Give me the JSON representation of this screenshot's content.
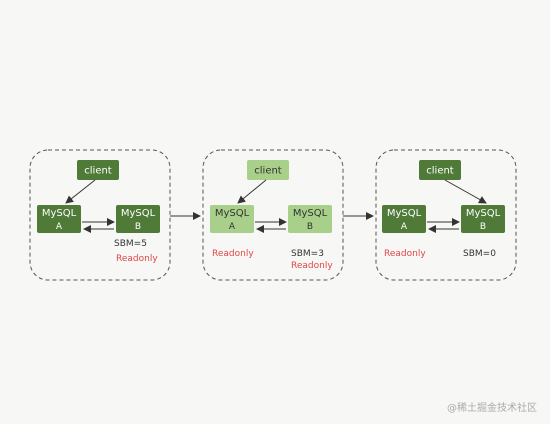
{
  "panels": [
    {
      "client": {
        "label": "client",
        "style": "dark"
      },
      "nodeA": {
        "name": "MySQL",
        "sub": "A",
        "style": "dark"
      },
      "nodeB": {
        "name": "MySQL",
        "sub": "B",
        "style": "dark"
      },
      "labels": {
        "a_readonly": "",
        "sbm": "SBM=5",
        "b_readonly": "Readonly"
      }
    },
    {
      "client": {
        "label": "client",
        "style": "light"
      },
      "nodeA": {
        "name": "MySQL",
        "sub": "A",
        "style": "light"
      },
      "nodeB": {
        "name": "MySQL",
        "sub": "B",
        "style": "light"
      },
      "labels": {
        "a_readonly": "Readonly",
        "sbm": "SBM=3",
        "b_readonly": "Readonly"
      }
    },
    {
      "client": {
        "label": "client",
        "style": "dark"
      },
      "nodeA": {
        "name": "MySQL",
        "sub": "A",
        "style": "dark"
      },
      "nodeB": {
        "name": "MySQL",
        "sub": "B",
        "style": "dark"
      },
      "labels": {
        "a_readonly": "Readonly",
        "sbm": "SBM=0",
        "b_readonly": ""
      }
    }
  ],
  "watermark": "@稀土掘金技术社区",
  "colors": {
    "dark_fill": "#4f7a38",
    "light_fill": "#a8d08a",
    "text_light": "#ffffff",
    "text_dark": "#333333",
    "readonly": "#e04747",
    "border": "#555555"
  }
}
